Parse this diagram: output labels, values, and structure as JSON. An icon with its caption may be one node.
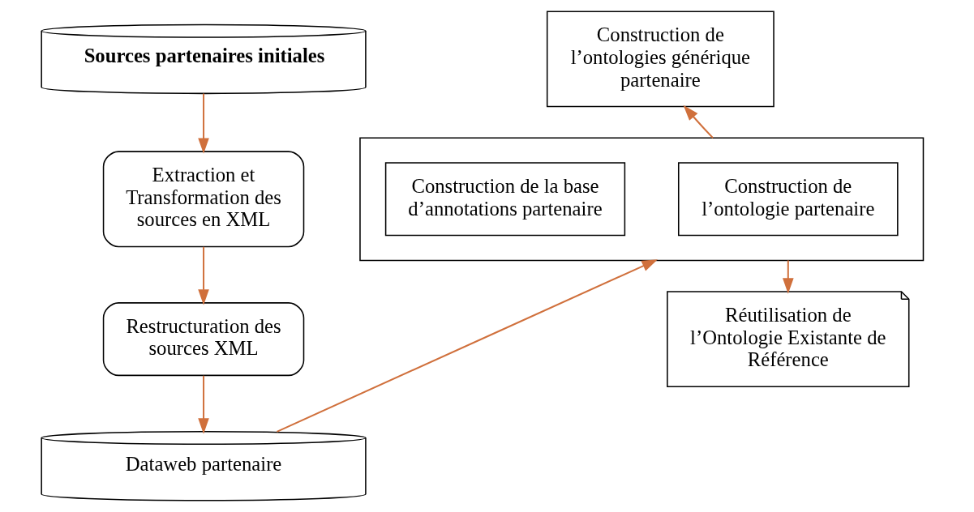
{
  "diagram": {
    "nodes": [
      {
        "text": [
          "Sources partenaires initiales"
        ]
      },
      {
        "text": [
          "Extraction et Transformation des sources en XML"
        ]
      },
      {
        "text": [
          "Restructuration des sources XML"
        ]
      },
      {
        "text": [
          "Dataweb partenaire"
        ]
      },
      {
        "text": [
          "Construction de l’ontologies générique partenaire"
        ]
      },
      {
        "text": [],
        "shape": "box"
      },
      {
        "text": [
          "Construction de l’ontologie partenaire"
        ],
        "in": 5
      },
      {
        "text": [
          "Construction de la base d’annotations partenaire"
        ],
        "in": 5
      },
      {
        "text": [
          "Réutilisation de l’Ontologie Existante de Référence"
        ]
      }
    ],
    "edges": [
      {
        "from": 0,
        "to": 1,
        "arrow": "to"
      },
      {
        "from": 1,
        "to": 2,
        "arrow": "to"
      },
      {
        "from": 2,
        "to": 3,
        "arrow": "to"
      },
      {
        "from": 3,
        "to": 5,
        "arrow": "to"
      },
      {
        "from": 5,
        "to": 4,
        "arrow": "to"
      },
      {
        "from": 5,
        "to": 8,
        "arrow": "to"
      }
    ]
  }
}
